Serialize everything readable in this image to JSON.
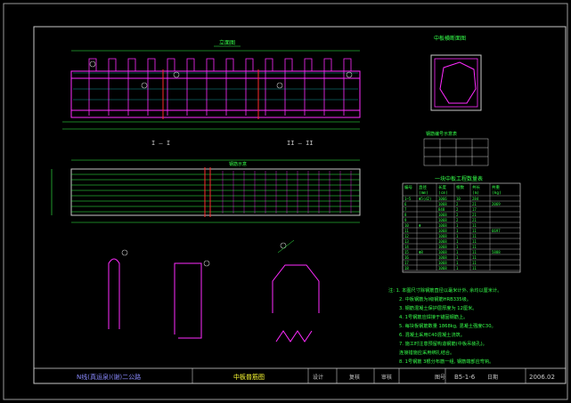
{
  "title_block": {
    "project": "N线(真运泉)(谢)二公路",
    "drawing_name": "中板普筋图",
    "design_label": "设计",
    "review_label": "复核",
    "check_label": "审核",
    "figure_no_label": "图号",
    "figure_no": "B5-1-6",
    "date_label": "日期",
    "date": "2006.02"
  },
  "views": {
    "elevation_tag": "立面图",
    "section_1_label": "I — I",
    "section_2_label": "II — II",
    "cross_section_label": "中板横断面图",
    "plan_tag": "钢筋示意",
    "bar_dims_label": "钢筋编号示意表"
  },
  "table": {
    "title": "一块中板工程数量表",
    "headers": [
      "编号",
      "直径\n(mm)",
      "长度\n(cm)",
      "根数",
      "共长\n(m)",
      "共重\n(kg)"
    ],
    "rows": [
      [
        "1~5",
        "Φ5(d2)",
        "1066",
        "10",
        "284",
        ""
      ],
      [
        "6",
        "",
        "1068",
        "2",
        "21",
        "2069"
      ],
      [
        "7",
        "",
        "848",
        "2",
        "17",
        ""
      ],
      [
        "8",
        "",
        "1068",
        "2",
        "21",
        ""
      ],
      [
        "9",
        "",
        "1068",
        "2",
        "21",
        ""
      ],
      [
        "10",
        "Φ",
        "1068",
        "1",
        "11",
        ""
      ],
      [
        "11",
        "",
        "1068",
        "1",
        "11",
        "6697"
      ],
      [
        "12",
        "",
        "1068",
        "1",
        "11",
        ""
      ],
      [
        "13",
        "",
        "1068",
        "1",
        "11",
        ""
      ],
      [
        "14",
        "",
        "1068",
        "1",
        "11",
        ""
      ],
      [
        "15",
        "Φ8",
        "1068",
        "1",
        "11",
        "5888"
      ],
      [
        "16",
        "",
        "1068",
        "1",
        "11",
        ""
      ],
      [
        "17",
        "",
        "1068",
        "1",
        "11",
        ""
      ],
      [
        "18",
        "",
        "1068",
        "1",
        "11",
        ""
      ]
    ]
  },
  "notes": [
    "注: 1. 本图尺寸除钢筋直径以毫米计外, 余均以厘米计。",
    "2. 中板钢筋为I级钢筋HRB335级。",
    "3. 钢筋混凝土保护层厚度为 12厘米。",
    "4. 1号钢筋应焊接于锚固钢筋上。",
    "5. 每块板钢筋数量 1868kg, 混凝土强度C30。",
    "6. 混凝土采用C40混凝土浇筑。",
    "7. 施工时注意预留构造钢筋(中板吊装孔)。",
    "连接措施应采用绑扎结合。",
    "8. 1号钢筋 3根分布筋一组, 钢筋端部应弯钩。"
  ],
  "colors": {
    "frame": "#c8c8c8",
    "magenta": "#ff2bff",
    "green": "#35ff4a",
    "red": "#ff2a2a",
    "cyan": "#23ffff",
    "yellow": "#ffff33"
  }
}
